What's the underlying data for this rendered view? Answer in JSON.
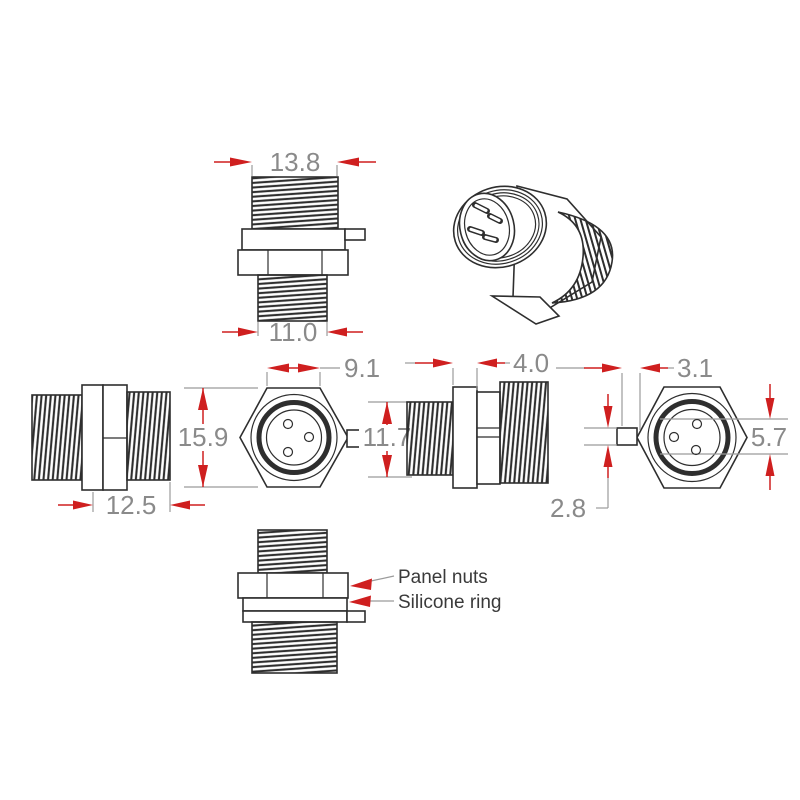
{
  "figure": {
    "type": "engineering-drawing",
    "subject": "panel mount circular connector, 3-pin, multiple orthographic views and one 3D view",
    "labels": {
      "panel_nuts": "Panel nuts",
      "silicone_ring": "Silicone ring"
    },
    "dimensions": {
      "front_thread_od": "13.8",
      "rear_thread_od": "11.0",
      "body_length": "12.5",
      "hex_height": "15.9",
      "face_width": "9.1",
      "side_thread_od": "11.7",
      "nut_thickness": "4.0",
      "tab_length": "3.1",
      "pin_span": "5.7",
      "tab_width": "2.8"
    },
    "colors": {
      "background": "#ffffff",
      "drawing_line": "#2e2e2e",
      "dimension_line": "#9b9b9b",
      "dimension_text": "#8a8a8a",
      "arrow_red": "#cf1f1f",
      "label_text": "#3a3a3a"
    }
  }
}
